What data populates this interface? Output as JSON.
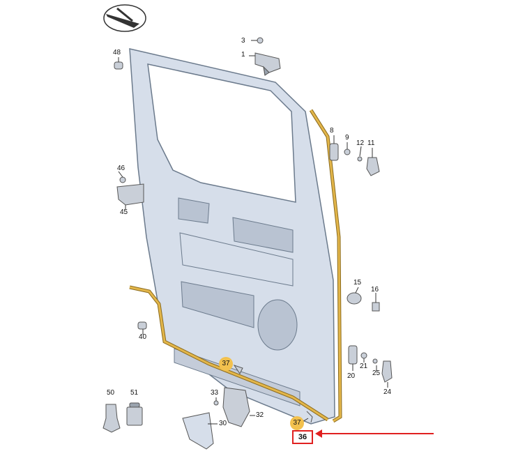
{
  "labels": {
    "p1": "1",
    "p3": "3",
    "p8": "8",
    "p9": "9",
    "p11": "11",
    "p12": "12",
    "p15": "15",
    "p16": "16",
    "p20": "20",
    "p21": "21",
    "p24": "24",
    "p25": "25",
    "p30": "30",
    "p32": "32",
    "p33": "33",
    "p37a": "37",
    "p37b": "37",
    "p40": "40",
    "p45": "45",
    "p46": "46",
    "p48": "48",
    "p50": "50",
    "p51": "51"
  },
  "highlight": {
    "label": "36",
    "color": "#e02020"
  },
  "colors": {
    "door_fill": "#d6deea",
    "door_stroke": "#6b7a8c",
    "seal": "#e3b64a",
    "seal_stroke": "#8a6a1c",
    "part_fill": "#c9cfd8",
    "marker": "#f2c14e",
    "arrow": "#e02020"
  }
}
